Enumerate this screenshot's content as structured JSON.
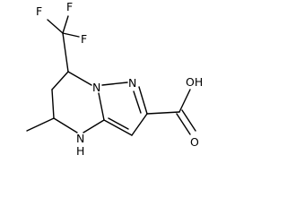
{
  "molecule": {
    "atom_labels": {
      "fluorine_top_left": "F",
      "fluorine_top_right": "F",
      "fluorine_right": "F",
      "ring_nitrogen_bridge": "N",
      "ring_nitrogen_pyrazole": "N",
      "amine_nh": "N",
      "amine_h": "H",
      "carboxyl_oh": "OH",
      "carbonyl_oxygen": "O"
    },
    "colors": {
      "bond": "#000000",
      "text": "#000000",
      "background": "#ffffff"
    }
  }
}
